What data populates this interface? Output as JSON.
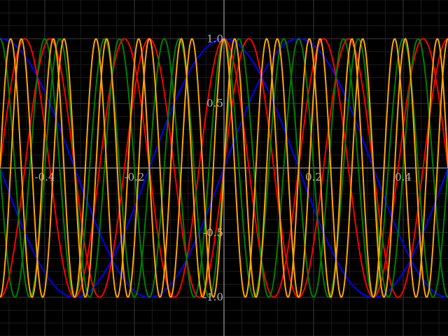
{
  "chart_data": {
    "type": "line",
    "title": "",
    "xlabel": "",
    "ylabel": "",
    "xlim": [
      -0.5,
      0.5
    ],
    "ylim": [
      -1.3,
      1.3
    ],
    "grid": true,
    "grid_minor": true,
    "x_ticks": [
      -0.4,
      -0.2,
      0.2,
      0.4
    ],
    "x_tick_labels": [
      "-0.4",
      "-0.2",
      "0.2",
      "0.4"
    ],
    "y_ticks": [
      1.0,
      0.5,
      -0.5,
      -1.0
    ],
    "y_tick_labels": [
      "1.0",
      "0.5",
      "-0.5",
      "-1.0"
    ],
    "colors": {
      "background": "#000000",
      "axis": "#9a9a9a",
      "grid_major": "#3a3a3a",
      "grid_minor": "#1c1c1c"
    },
    "series": [
      {
        "color": "#0000ff",
        "function": "sin",
        "frequency": 1.5
      },
      {
        "color": "#0000ff",
        "function": "cos",
        "frequency": 1.5
      },
      {
        "color": "#ff0000",
        "function": "sin",
        "frequency": 4.5
      },
      {
        "color": "#ff0000",
        "function": "cos",
        "frequency": 4.5
      },
      {
        "color": "#008000",
        "function": "sin",
        "frequency": 7.5
      },
      {
        "color": "#008000",
        "function": "cos",
        "frequency": 7.5
      },
      {
        "color": "#ffa500",
        "function": "sin",
        "frequency": 10.5
      },
      {
        "color": "#ffa500",
        "function": "cos",
        "frequency": 10.5
      }
    ]
  }
}
